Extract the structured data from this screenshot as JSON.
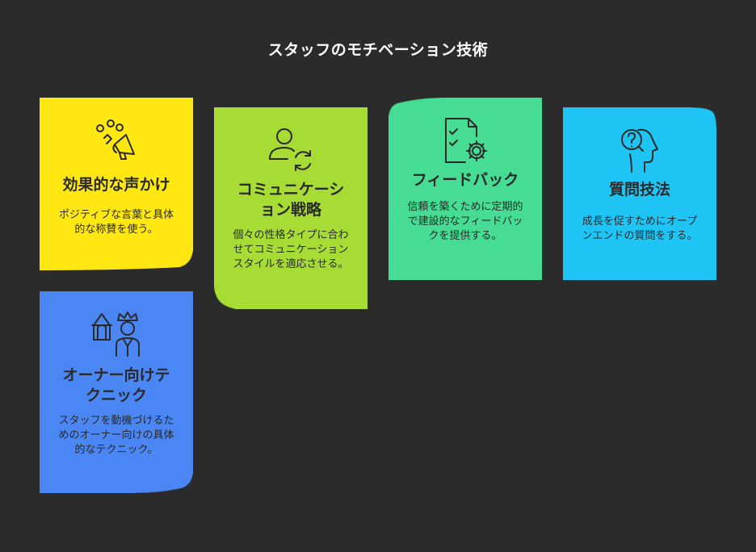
{
  "title": "スタッフのモチベーション技術",
  "cards": [
    {
      "title": "効果的な声かけ",
      "description": "ポジティブな言葉と具体的な称賛を使う。",
      "icon": "megaphone-icon",
      "color": "#ffe812"
    },
    {
      "title": "コミュニケーション戦略",
      "description": "個々の性格タイプに合わせてコミュニケーションスタイルを適応させる。",
      "icon": "user-sync-icon",
      "color": "#a6dc33"
    },
    {
      "title": "フィードバック",
      "description": "信頼を築くために定期的で建設的なフィードバックを提供する。",
      "icon": "checklist-gear-icon",
      "color": "#46dc93"
    },
    {
      "title": "質問技法",
      "description": "成長を促すためにオープンエンドの質問をする。",
      "icon": "head-question-icon",
      "color": "#1ec4f4"
    },
    {
      "title": "オーナー向けテクニック",
      "description": "スタッフを動機づけるためのオーナー向けの具体的なテクニック。",
      "icon": "owner-store-icon",
      "color": "#4a86f4"
    }
  ]
}
